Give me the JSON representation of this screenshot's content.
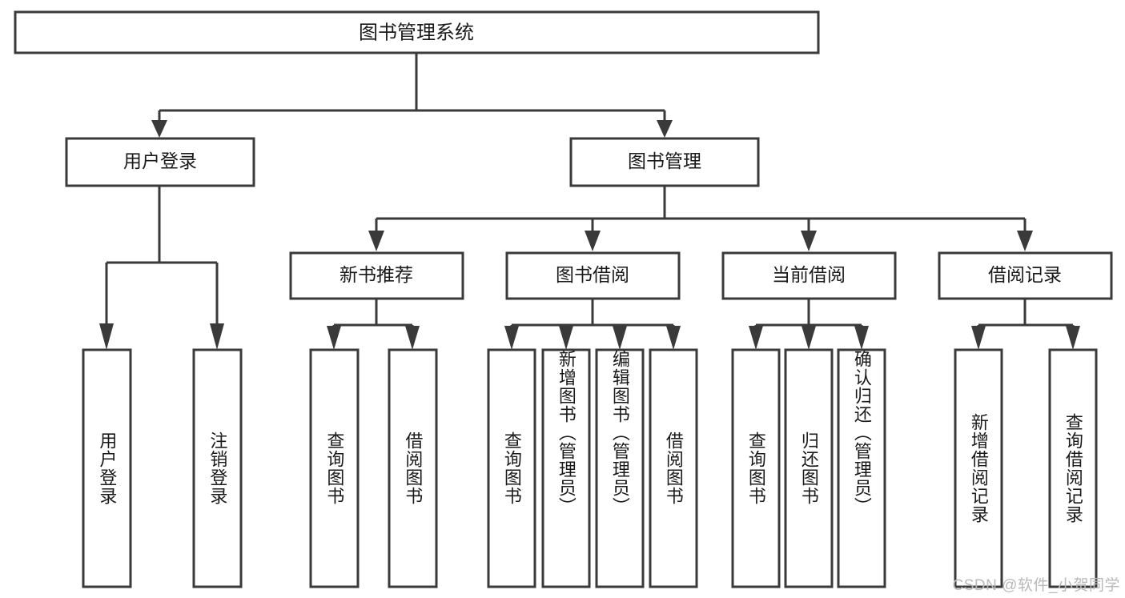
{
  "diagram": {
    "title": "图书管理系统",
    "type": "tree-hierarchy-diagram",
    "watermark": "CSDN @软件_小贺同学",
    "colors": {
      "stroke": "#3a3a3a",
      "fill": "#ffffff",
      "text": "#1a1a1a",
      "watermark": "#b9b9b9"
    },
    "root": {
      "label": "图书管理系统",
      "name": "root-node"
    },
    "level2": [
      {
        "label": "用户登录",
        "name": "node-user-login"
      },
      {
        "label": "图书管理",
        "name": "node-book-management"
      }
    ],
    "level3": [
      {
        "label": "新书推荐",
        "name": "node-new-book-recommend"
      },
      {
        "label": "图书借阅",
        "name": "node-book-borrow"
      },
      {
        "label": "当前借阅",
        "name": "node-current-borrow"
      },
      {
        "label": "借阅记录",
        "name": "node-borrow-record"
      }
    ],
    "leaves": {
      "user_login": [
        {
          "label": "用户登录",
          "name": "leaf-user-login"
        },
        {
          "label": "注销登录",
          "name": "leaf-logout"
        }
      ],
      "new_book_recommend": [
        {
          "label": "查询图书",
          "name": "leaf-query-book-1"
        },
        {
          "label": "借阅图书",
          "name": "leaf-borrow-book-1"
        }
      ],
      "book_borrow": [
        {
          "label": "查询图书",
          "name": "leaf-query-book-2"
        },
        {
          "label": "新增图书（管理员）",
          "name": "leaf-add-book-admin"
        },
        {
          "label": "编辑图书（管理员）",
          "name": "leaf-edit-book-admin"
        },
        {
          "label": "借阅图书",
          "name": "leaf-borrow-book-2"
        }
      ],
      "current_borrow": [
        {
          "label": "查询图书",
          "name": "leaf-query-book-3"
        },
        {
          "label": "归还图书",
          "name": "leaf-return-book"
        },
        {
          "label": "确认归还（管理员）",
          "name": "leaf-confirm-return-admin"
        }
      ],
      "borrow_record": [
        {
          "label": "新增借阅记录",
          "name": "leaf-add-borrow-record"
        },
        {
          "label": "查询借阅记录",
          "name": "leaf-query-borrow-record"
        }
      ]
    }
  }
}
